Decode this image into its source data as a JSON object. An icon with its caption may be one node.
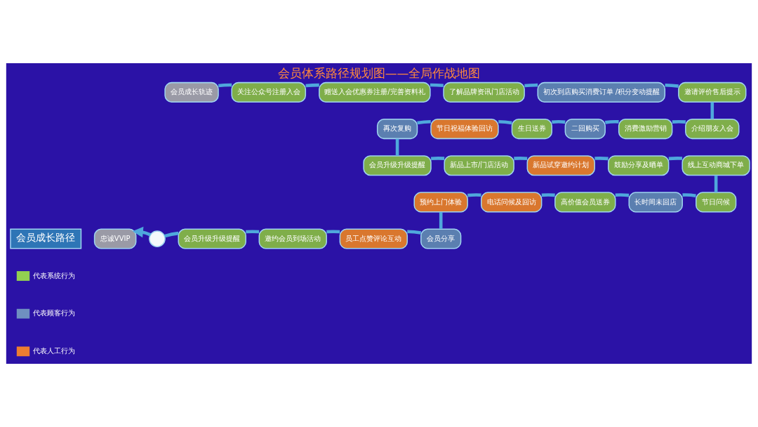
{
  "diagram": {
    "title": "会员体系路径规划图——全局作战地图",
    "nodes": [
      {
        "text": [
          "会员成长路径"
        ]
      },
      {
        "text": [
          "会员成长轨迹"
        ]
      },
      {
        "text": [
          "关注公众号注册入会"
        ]
      },
      {
        "text": [
          "赠送入会优惠券注册/完善资料礼"
        ]
      },
      {
        "text": [
          "了解品牌资讯门店活动"
        ]
      },
      {
        "text": [
          "初次到店购买消费订单 /积分变动提醒"
        ]
      },
      {
        "text": [
          "邀请评价售后提示"
        ]
      },
      {
        "text": [
          "介绍朋友入会"
        ]
      },
      {
        "text": [
          "消费激励营销"
        ]
      },
      {
        "text": [
          "二回购买"
        ]
      },
      {
        "text": [
          "生日送券"
        ]
      },
      {
        "text": [
          "节日祝福体验回访"
        ]
      },
      {
        "text": [
          "再次复购"
        ]
      },
      {
        "text": [
          "会员升级升级提醒"
        ]
      },
      {
        "text": [
          "新品上市/门店活动"
        ]
      },
      {
        "text": [
          "新品试穿邀约计划"
        ]
      },
      {
        "text": [
          "鼓励分享及晒单"
        ]
      },
      {
        "text": [
          "线上互动商城下单"
        ]
      },
      {
        "text": [
          "节日问候"
        ]
      },
      {
        "text": [
          "长时间未回店"
        ]
      },
      {
        "text": [
          "高价值会员送券"
        ]
      },
      {
        "text": [
          "电话问候及回访"
        ]
      },
      {
        "text": [
          "预约上门体验"
        ]
      },
      {
        "text": [
          "会员分享"
        ]
      },
      {
        "text": [
          "员工点赞评论互动"
        ]
      },
      {
        "text": [
          "邀约会员到场活动"
        ]
      },
      {
        "text": [
          "会员升级升级提醒"
        ]
      },
      {
        "text": [],
        "shape": "circle"
      },
      {
        "text": [
          "忠诚VVIP"
        ]
      }
    ],
    "edges": [
      {
        "from": 1,
        "to": 2,
        "arrow": "none"
      },
      {
        "from": 2,
        "to": 3,
        "arrow": "none"
      },
      {
        "from": 3,
        "to": 4,
        "arrow": "none"
      },
      {
        "from": 4,
        "to": 5,
        "arrow": "none"
      },
      {
        "from": 5,
        "to": 6,
        "arrow": "none"
      },
      {
        "from": 6,
        "to": 7,
        "arrow": "none"
      },
      {
        "from": 7,
        "to": 8,
        "arrow": "none"
      },
      {
        "from": 8,
        "to": 9,
        "arrow": "none"
      },
      {
        "from": 9,
        "to": 10,
        "arrow": "none"
      },
      {
        "from": 10,
        "to": 11,
        "arrow": "none"
      },
      {
        "from": 11,
        "to": 12,
        "arrow": "none"
      },
      {
        "from": 12,
        "to": 13,
        "arrow": "none"
      },
      {
        "from": 13,
        "to": 14,
        "arrow": "none"
      },
      {
        "from": 14,
        "to": 15,
        "arrow": "none"
      },
      {
        "from": 15,
        "to": 16,
        "arrow": "none"
      },
      {
        "from": 16,
        "to": 17,
        "arrow": "none"
      },
      {
        "from": 17,
        "to": 18,
        "arrow": "none"
      },
      {
        "from": 18,
        "to": 19,
        "arrow": "none"
      },
      {
        "from": 19,
        "to": 20,
        "arrow": "none"
      },
      {
        "from": 20,
        "to": 21,
        "arrow": "none"
      },
      {
        "from": 21,
        "to": 22,
        "arrow": "none"
      },
      {
        "from": 22,
        "to": 23,
        "arrow": "none"
      },
      {
        "from": 23,
        "to": 24,
        "arrow": "none"
      },
      {
        "from": 24,
        "to": 25,
        "arrow": "none"
      },
      {
        "from": 25,
        "to": 26,
        "arrow": "none"
      },
      {
        "from": 26,
        "to": 27,
        "arrow": "none"
      },
      {
        "from": 27,
        "to": 28,
        "arrow": "to"
      }
    ],
    "legend": [
      {
        "text": "代表系统行为",
        "color": "#92d050"
      },
      {
        "text": "代表顾客行为",
        "color": "#6f8fc0"
      },
      {
        "text": "代表人工行为",
        "color": "#ed7d31"
      }
    ]
  }
}
